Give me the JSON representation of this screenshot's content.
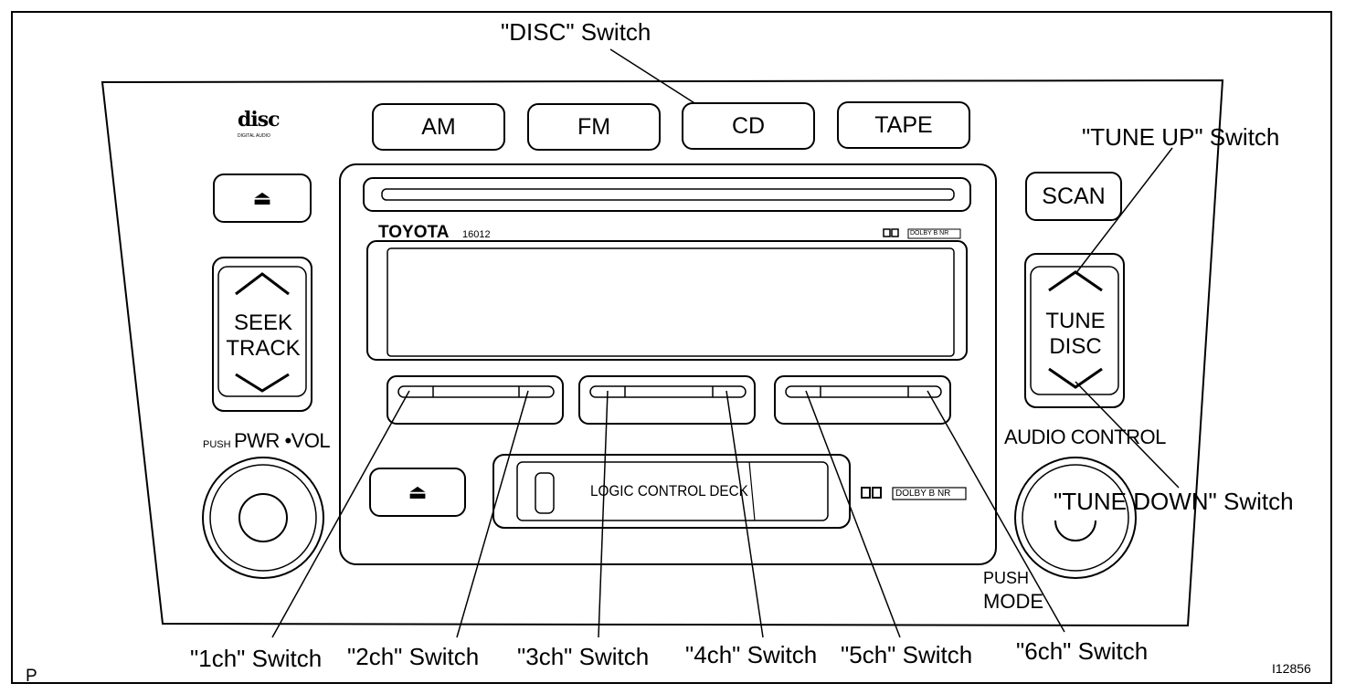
{
  "callouts": {
    "disc_switch": "\"DISC\" Switch",
    "tune_up_switch": "\"TUNE UP\" Switch",
    "tune_down_switch": "\"TUNE DOWN\" Switch",
    "ch1_switch": "\"1ch\" Switch",
    "ch2_switch": "\"2ch\" Switch",
    "ch3_switch": "\"3ch\" Switch",
    "ch4_switch": "\"4ch\" Switch",
    "ch5_switch": "\"5ch\" Switch",
    "ch6_switch": "\"6ch\" Switch"
  },
  "buttons": {
    "am": "AM",
    "fm": "FM",
    "cd": "CD",
    "tape": "TAPE",
    "scan": "SCAN",
    "eject_symbol": "⏏"
  },
  "seek": {
    "line1": "SEEK",
    "line2": "TRACK"
  },
  "tune": {
    "line1": "TUNE",
    "line2": "DISC"
  },
  "knobs": {
    "pwr_push": "PUSH",
    "pwr_label": "PWR •VOL",
    "audio_control": "AUDIO CONTROL",
    "mode_push": "PUSH",
    "mode_label": "MODE"
  },
  "panel": {
    "brand": "TOYOTA",
    "model": "16012",
    "dolby_top": "DOLBY B NR",
    "dolby_bottom": "DOLBY B NR",
    "deck_label": "LOGIC CONTROL DECK",
    "cd_logo_line1": "disc",
    "cd_logo_line2": "DIGITAL AUDIO"
  },
  "corner": {
    "left": "P",
    "right": "I12856"
  }
}
